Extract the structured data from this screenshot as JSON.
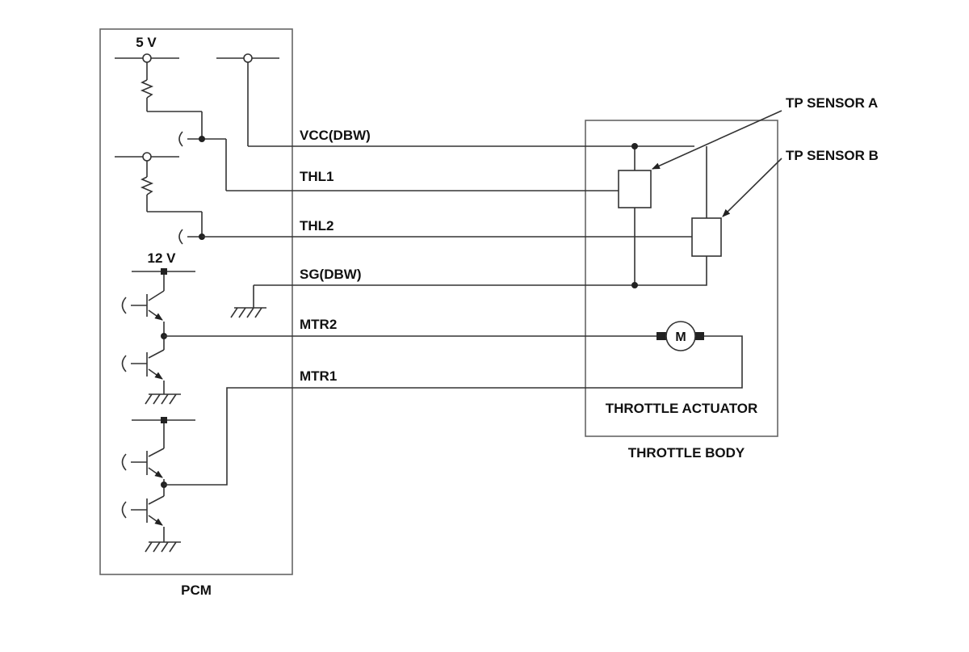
{
  "pcm": {
    "label": "PCM"
  },
  "supplies": {
    "v5": "5 V",
    "v12": "12 V"
  },
  "signals": {
    "vcc": "VCC(DBW)",
    "thl1": "THL1",
    "thl2": "THL2",
    "sg": "SG(DBW)",
    "mtr2": "MTR2",
    "mtr1": "MTR1"
  },
  "callouts": {
    "sensor_a": "TP SENSOR A",
    "sensor_b": "TP SENSOR B"
  },
  "throttle": {
    "actuator_label": "THROTTLE ACTUATOR",
    "body_label": "THROTTLE BODY",
    "motor_symbol": "M"
  }
}
